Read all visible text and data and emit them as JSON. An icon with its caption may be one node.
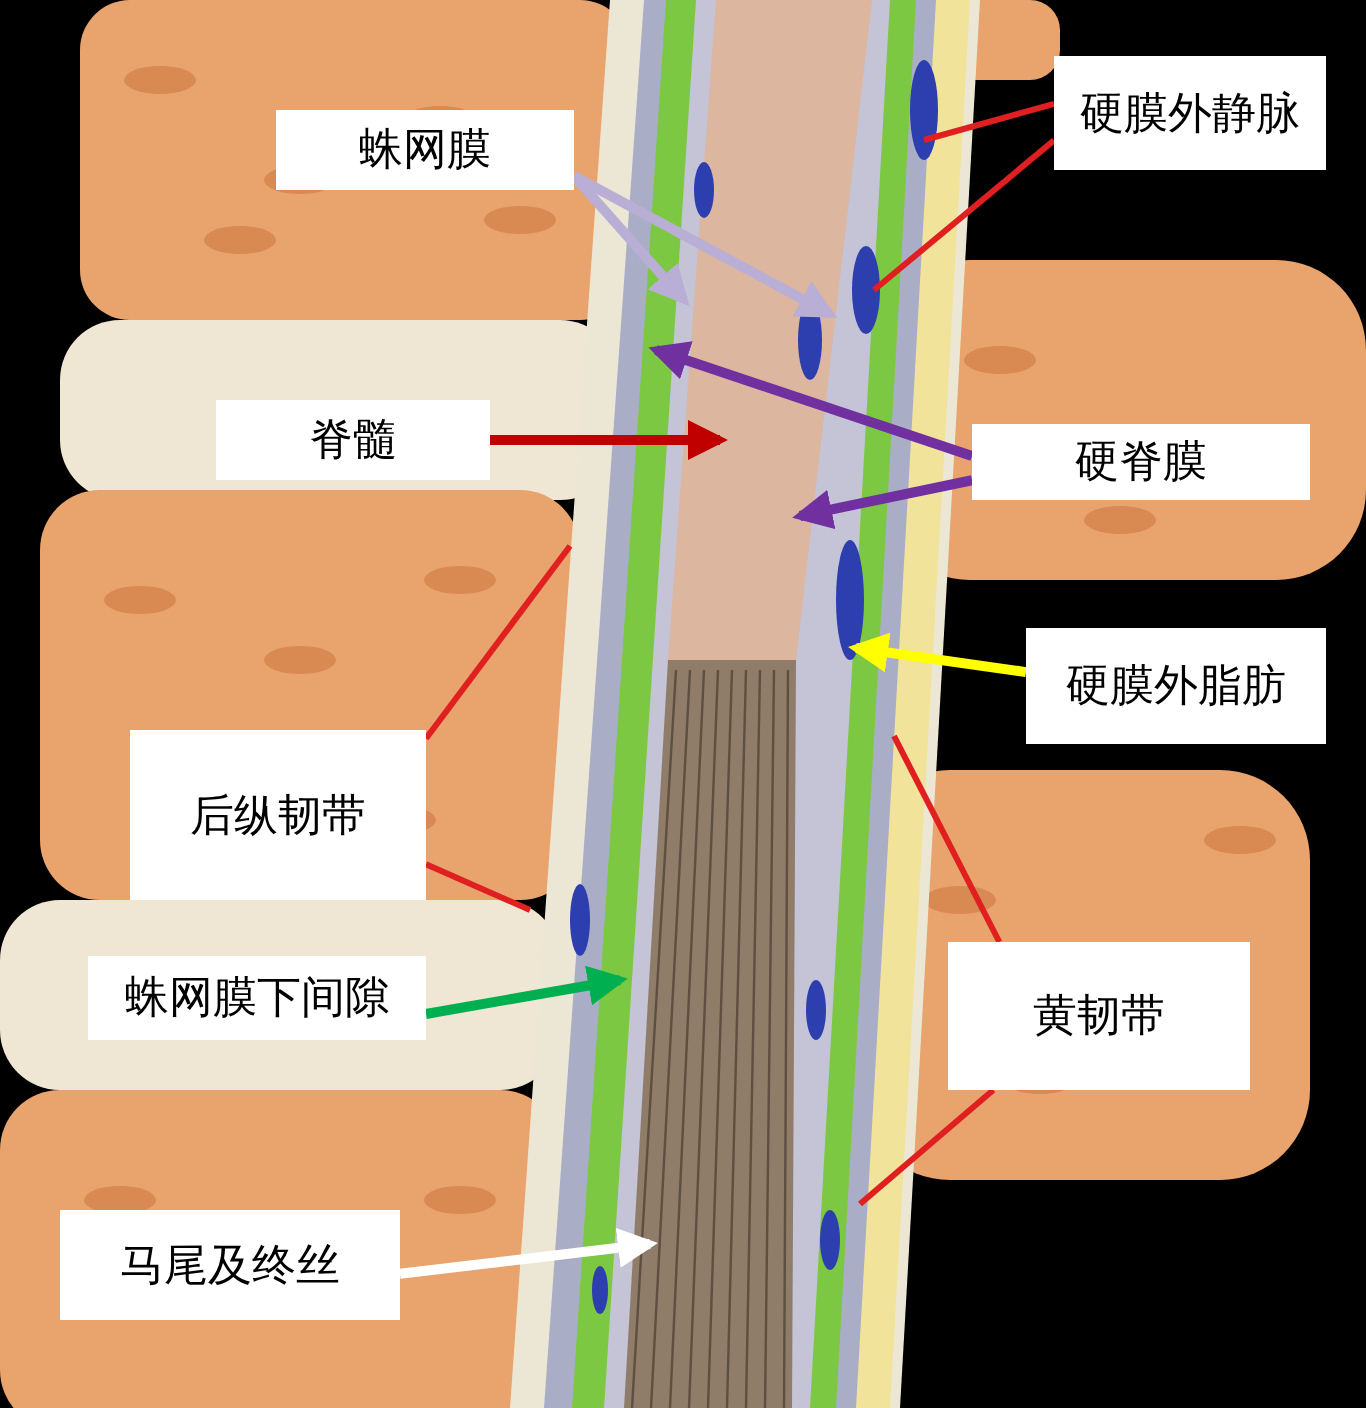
{
  "diagram": {
    "nodes": [
      {
        "text": [
          "蛛网膜"
        ]
      },
      {
        "text": [
          "硬膜外静脉"
        ]
      },
      {
        "text": [
          "脊髓"
        ]
      },
      {
        "text": [
          "硬脊膜"
        ]
      },
      {
        "text": [
          "硬膜外脂肪"
        ]
      },
      {
        "text": [
          "后纵韧带"
        ]
      },
      {
        "text": [
          "蛛网膜下间隙"
        ]
      },
      {
        "text": [
          "黄韧带"
        ]
      },
      {
        "text": [
          "马尾及终丝"
        ]
      }
    ],
    "edges": [
      {
        "from": 0,
        "to": null,
        "arrow": "to",
        "color": "#b8aed6"
      },
      {
        "from": 0,
        "to": null,
        "arrow": "to",
        "color": "#b8aed6"
      },
      {
        "from": 1,
        "to": null,
        "arrow": "none"
      },
      {
        "from": 1,
        "to": null,
        "arrow": "none"
      },
      {
        "from": 2,
        "to": null,
        "arrow": "to",
        "color": "#c00000"
      },
      {
        "from": 3,
        "to": null,
        "arrow": "to",
        "color": "#7030a0"
      },
      {
        "from": 3,
        "to": null,
        "arrow": "to",
        "color": "#7030a0"
      },
      {
        "from": 4,
        "to": null,
        "arrow": "to",
        "color": "#ffff00"
      },
      {
        "from": 5,
        "to": null,
        "arrow": "none"
      },
      {
        "from": 5,
        "to": null,
        "arrow": "none"
      },
      {
        "from": 6,
        "to": null,
        "arrow": "to",
        "color": "#00b050"
      },
      {
        "from": 7,
        "to": null,
        "arrow": "none"
      },
      {
        "from": 7,
        "to": null,
        "arrow": "none"
      },
      {
        "from": 8,
        "to": null,
        "arrow": "to",
        "color": "#ffffff"
      }
    ]
  }
}
